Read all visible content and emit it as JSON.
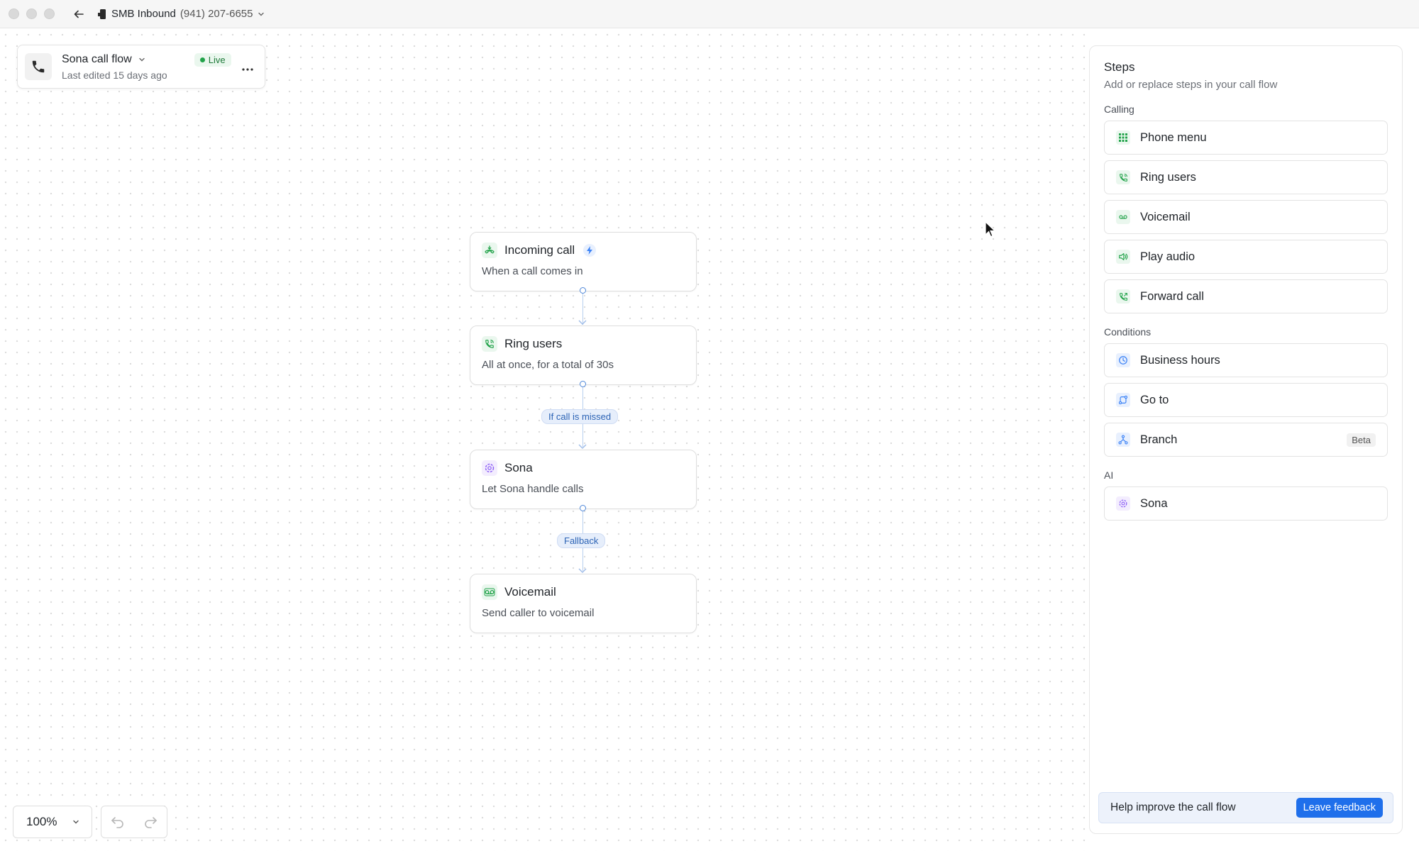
{
  "titlebar": {
    "line_name": "SMB Inbound",
    "line_number": "(941) 207-6655"
  },
  "flow": {
    "title": "Sona call flow",
    "status": "Live",
    "last_edited": "Last edited 15 days ago"
  },
  "nodes": [
    {
      "title": "Incoming call",
      "desc": "When a call comes in",
      "icon": "incoming-call-icon"
    },
    {
      "title": "Ring users",
      "desc": "All at once, for a total of 30s",
      "icon": "phone-ring-icon"
    },
    {
      "title": "Sona",
      "desc": "Let Sona handle calls",
      "icon": "sona-icon"
    },
    {
      "title": "Voicemail",
      "desc": "Send caller to voicemail",
      "icon": "voicemail-icon"
    }
  ],
  "edges": {
    "missed": "If call is missed",
    "fallback": "Fallback"
  },
  "zoom": {
    "level": "100%"
  },
  "panel": {
    "title": "Steps",
    "subtitle": "Add or replace steps in your call flow",
    "sections": {
      "calling": {
        "label": "Calling",
        "items": [
          "Phone menu",
          "Ring users",
          "Voicemail",
          "Play audio",
          "Forward call"
        ]
      },
      "conditions": {
        "label": "Conditions",
        "items": [
          "Business hours",
          "Go to",
          "Branch"
        ],
        "beta_label": "Beta"
      },
      "ai": {
        "label": "AI",
        "items": [
          "Sona"
        ]
      }
    },
    "feedback": {
      "text": "Help improve the call flow",
      "button": "Leave feedback"
    }
  },
  "colors": {
    "accent": "#1f6feb",
    "green": "#22a34a",
    "purple": "#8b5cf6",
    "blue": "#3b82f6"
  }
}
